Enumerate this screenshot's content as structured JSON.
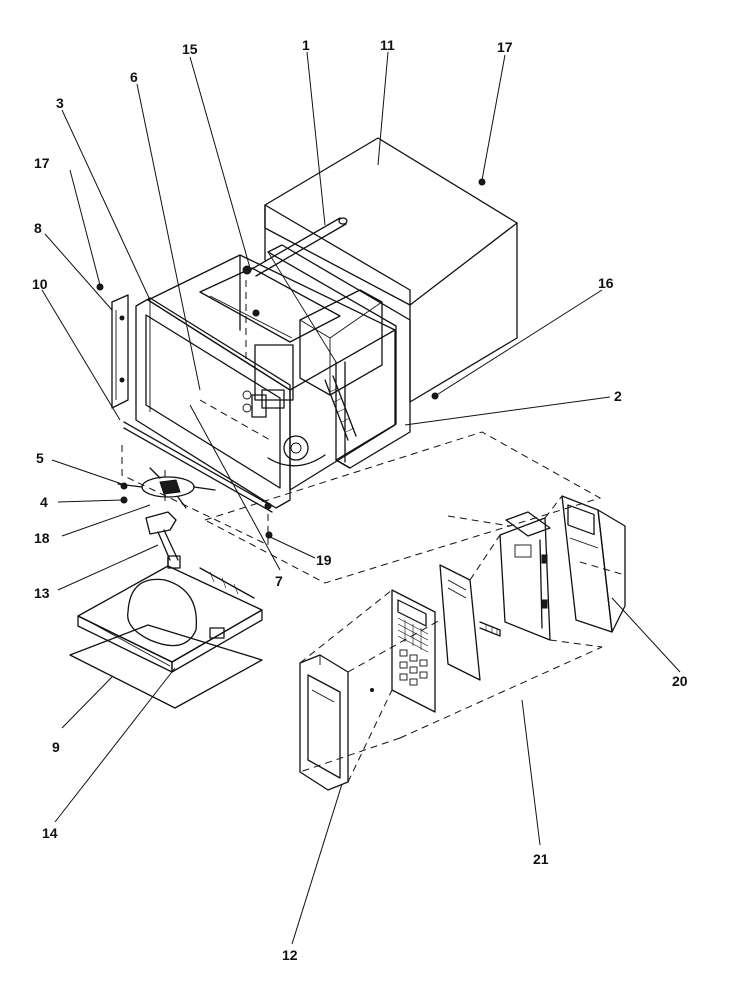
{
  "callouts": [
    {
      "id": "c1",
      "text": "1"
    },
    {
      "id": "c11",
      "text": "11"
    },
    {
      "id": "c17a",
      "text": "17"
    },
    {
      "id": "c15",
      "text": "15"
    },
    {
      "id": "c6",
      "text": "6"
    },
    {
      "id": "c3",
      "text": "3"
    },
    {
      "id": "c17b",
      "text": "17"
    },
    {
      "id": "c8",
      "text": "8"
    },
    {
      "id": "c10",
      "text": "10"
    },
    {
      "id": "c16",
      "text": "16"
    },
    {
      "id": "c2",
      "text": "2"
    },
    {
      "id": "c5",
      "text": "5"
    },
    {
      "id": "c4",
      "text": "4"
    },
    {
      "id": "c18",
      "text": "18"
    },
    {
      "id": "c19",
      "text": "19"
    },
    {
      "id": "c7",
      "text": "7"
    },
    {
      "id": "c13",
      "text": "13"
    },
    {
      "id": "c20",
      "text": "20"
    },
    {
      "id": "c9",
      "text": "9"
    },
    {
      "id": "c14",
      "text": "14"
    },
    {
      "id": "c21",
      "text": "21"
    },
    {
      "id": "c12",
      "text": "12"
    }
  ]
}
